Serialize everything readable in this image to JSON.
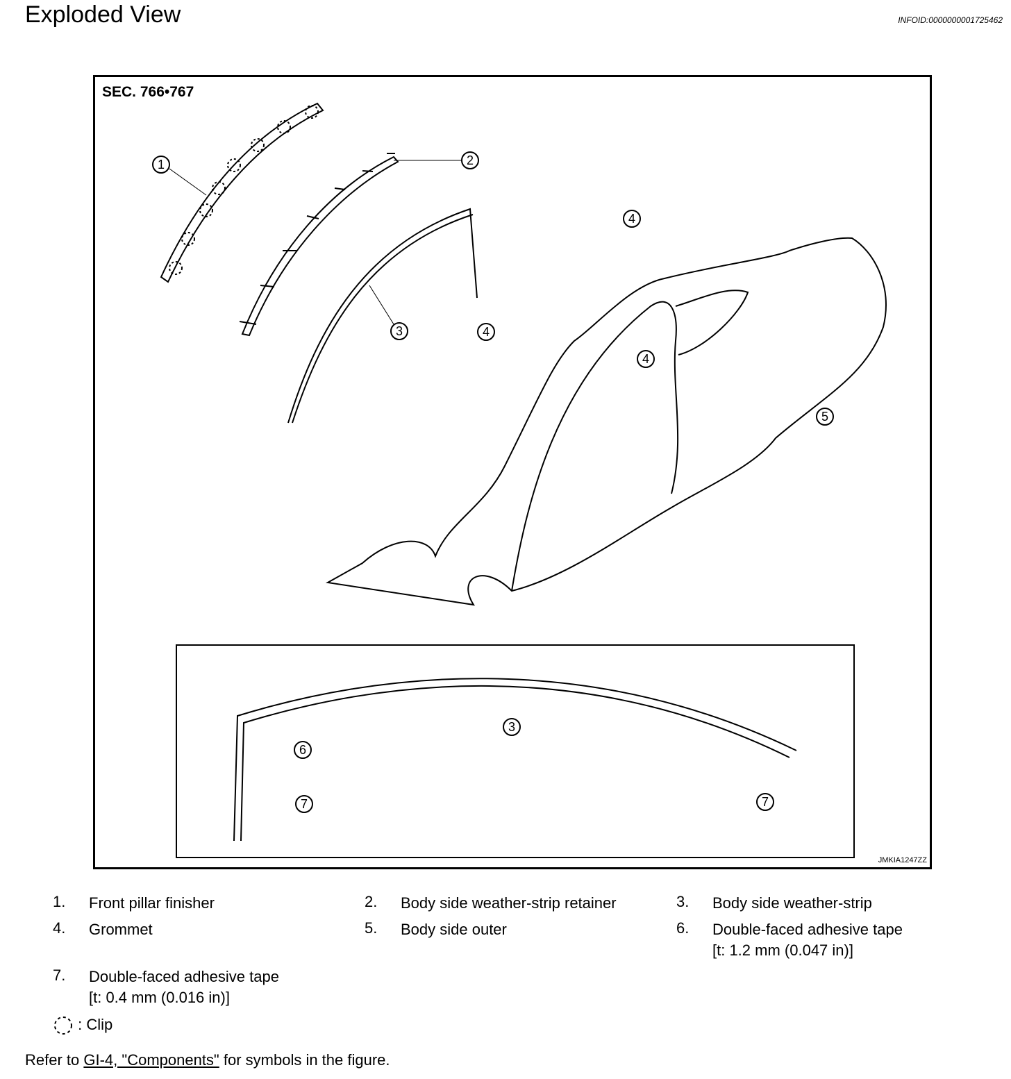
{
  "header": {
    "title": "Exploded View",
    "info_id": "INFOID:0000000001725462"
  },
  "figure": {
    "section": "SEC. 766•767",
    "code": "JMKIA1247ZZ",
    "callouts": [
      "1",
      "2",
      "3",
      "4",
      "5",
      "6",
      "7"
    ]
  },
  "legend": [
    {
      "num": "1.",
      "label": "Front pillar finisher"
    },
    {
      "num": "2.",
      "label": "Body side weather-strip retainer"
    },
    {
      "num": "3.",
      "label": "Body side weather-strip"
    },
    {
      "num": "4.",
      "label": "Grommet"
    },
    {
      "num": "5.",
      "label": "Body side outer"
    },
    {
      "num": "6.",
      "label": "Double-faced adhesive tape",
      "sub": "[t: 1.2 mm (0.047 in)]"
    },
    {
      "num": "7.",
      "label": "Double-faced adhesive tape",
      "sub": "[t: 0.4 mm (0.016 in)]"
    }
  ],
  "clip_legend": ": Clip",
  "refer": {
    "prefix": "Refer to ",
    "link": "GI-4, \"Components\"",
    "suffix": " for symbols in the figure."
  }
}
